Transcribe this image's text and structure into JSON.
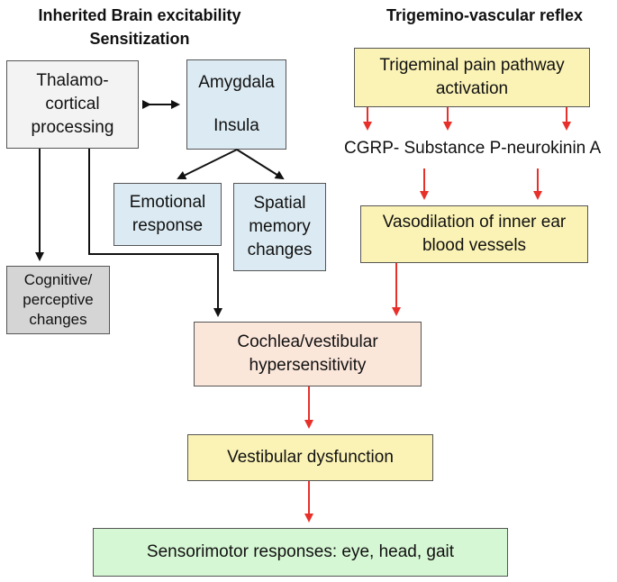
{
  "headers": {
    "left": [
      "Inherited Brain excitability",
      "Sensitization"
    ],
    "right": "Trigemino-vascular reflex"
  },
  "nodes": {
    "thalamo": [
      "Thalamo-",
      "cortical",
      "processing"
    ],
    "amygdala": [
      "Amygdala",
      "",
      "Insula"
    ],
    "emotional": [
      "Emotional",
      "response"
    ],
    "spatial": [
      "Spatial",
      "memory",
      "changes"
    ],
    "cognitive": [
      "Cognitive/",
      "perceptive",
      "changes"
    ],
    "trigeminal": [
      "Trigeminal pain pathway",
      "activation"
    ],
    "cgrp": "CGRP- Substance P-neurokinin A",
    "vasodilation": [
      "Vasodilation of inner ear",
      "blood vessels"
    ],
    "cochlea": [
      "Cochlea/vestibular",
      "hypersensitivity"
    ],
    "vestibular": "Vestibular dysfunction",
    "sensorimotor": "Sensorimotor responses: eye, head, gait"
  },
  "colors": {
    "black_arrow": "#111111",
    "red_arrow": "#e8302a"
  }
}
